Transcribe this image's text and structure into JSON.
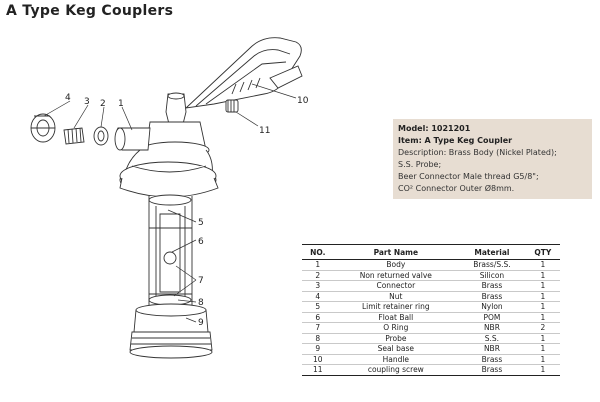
{
  "title": "A Type Keg Couplers",
  "callouts": [
    "1",
    "2",
    "3",
    "4",
    "5",
    "6",
    "7",
    "8",
    "9",
    "10",
    "11"
  ],
  "info": {
    "model": "Model: 1021201",
    "item": "Item: A Type Keg Coupler",
    "line1": "Description: Brass Body (Nickel Plated);",
    "line2": "S.S. Probe;",
    "line3": "Beer Connector Male thread G5/8\";",
    "line4": "CO² Connector Outer Ø8mm."
  },
  "table": {
    "headers": [
      "NO.",
      "Part Name",
      "Material",
      "QTY"
    ],
    "rows": [
      [
        "1",
        "Body",
        "Brass/S.S.",
        "1"
      ],
      [
        "2",
        "Non returned valve",
        "Silicon",
        "1"
      ],
      [
        "3",
        "Connector",
        "Brass",
        "1"
      ],
      [
        "4",
        "Nut",
        "Brass",
        "1"
      ],
      [
        "5",
        "Limit retainer ring",
        "Nylon",
        "1"
      ],
      [
        "6",
        "Float Ball",
        "POM",
        "1"
      ],
      [
        "7",
        "O Ring",
        "NBR",
        "2"
      ],
      [
        "8",
        "Probe",
        "S.S.",
        "1"
      ],
      [
        "9",
        "Seal base",
        "NBR",
        "1"
      ],
      [
        "10",
        "Handle",
        "Brass",
        "1"
      ],
      [
        "11",
        "coupling screw",
        "Brass",
        "1"
      ]
    ]
  },
  "colors": {
    "infobox_bg": "#e7ddd2",
    "line": "#333333"
  }
}
